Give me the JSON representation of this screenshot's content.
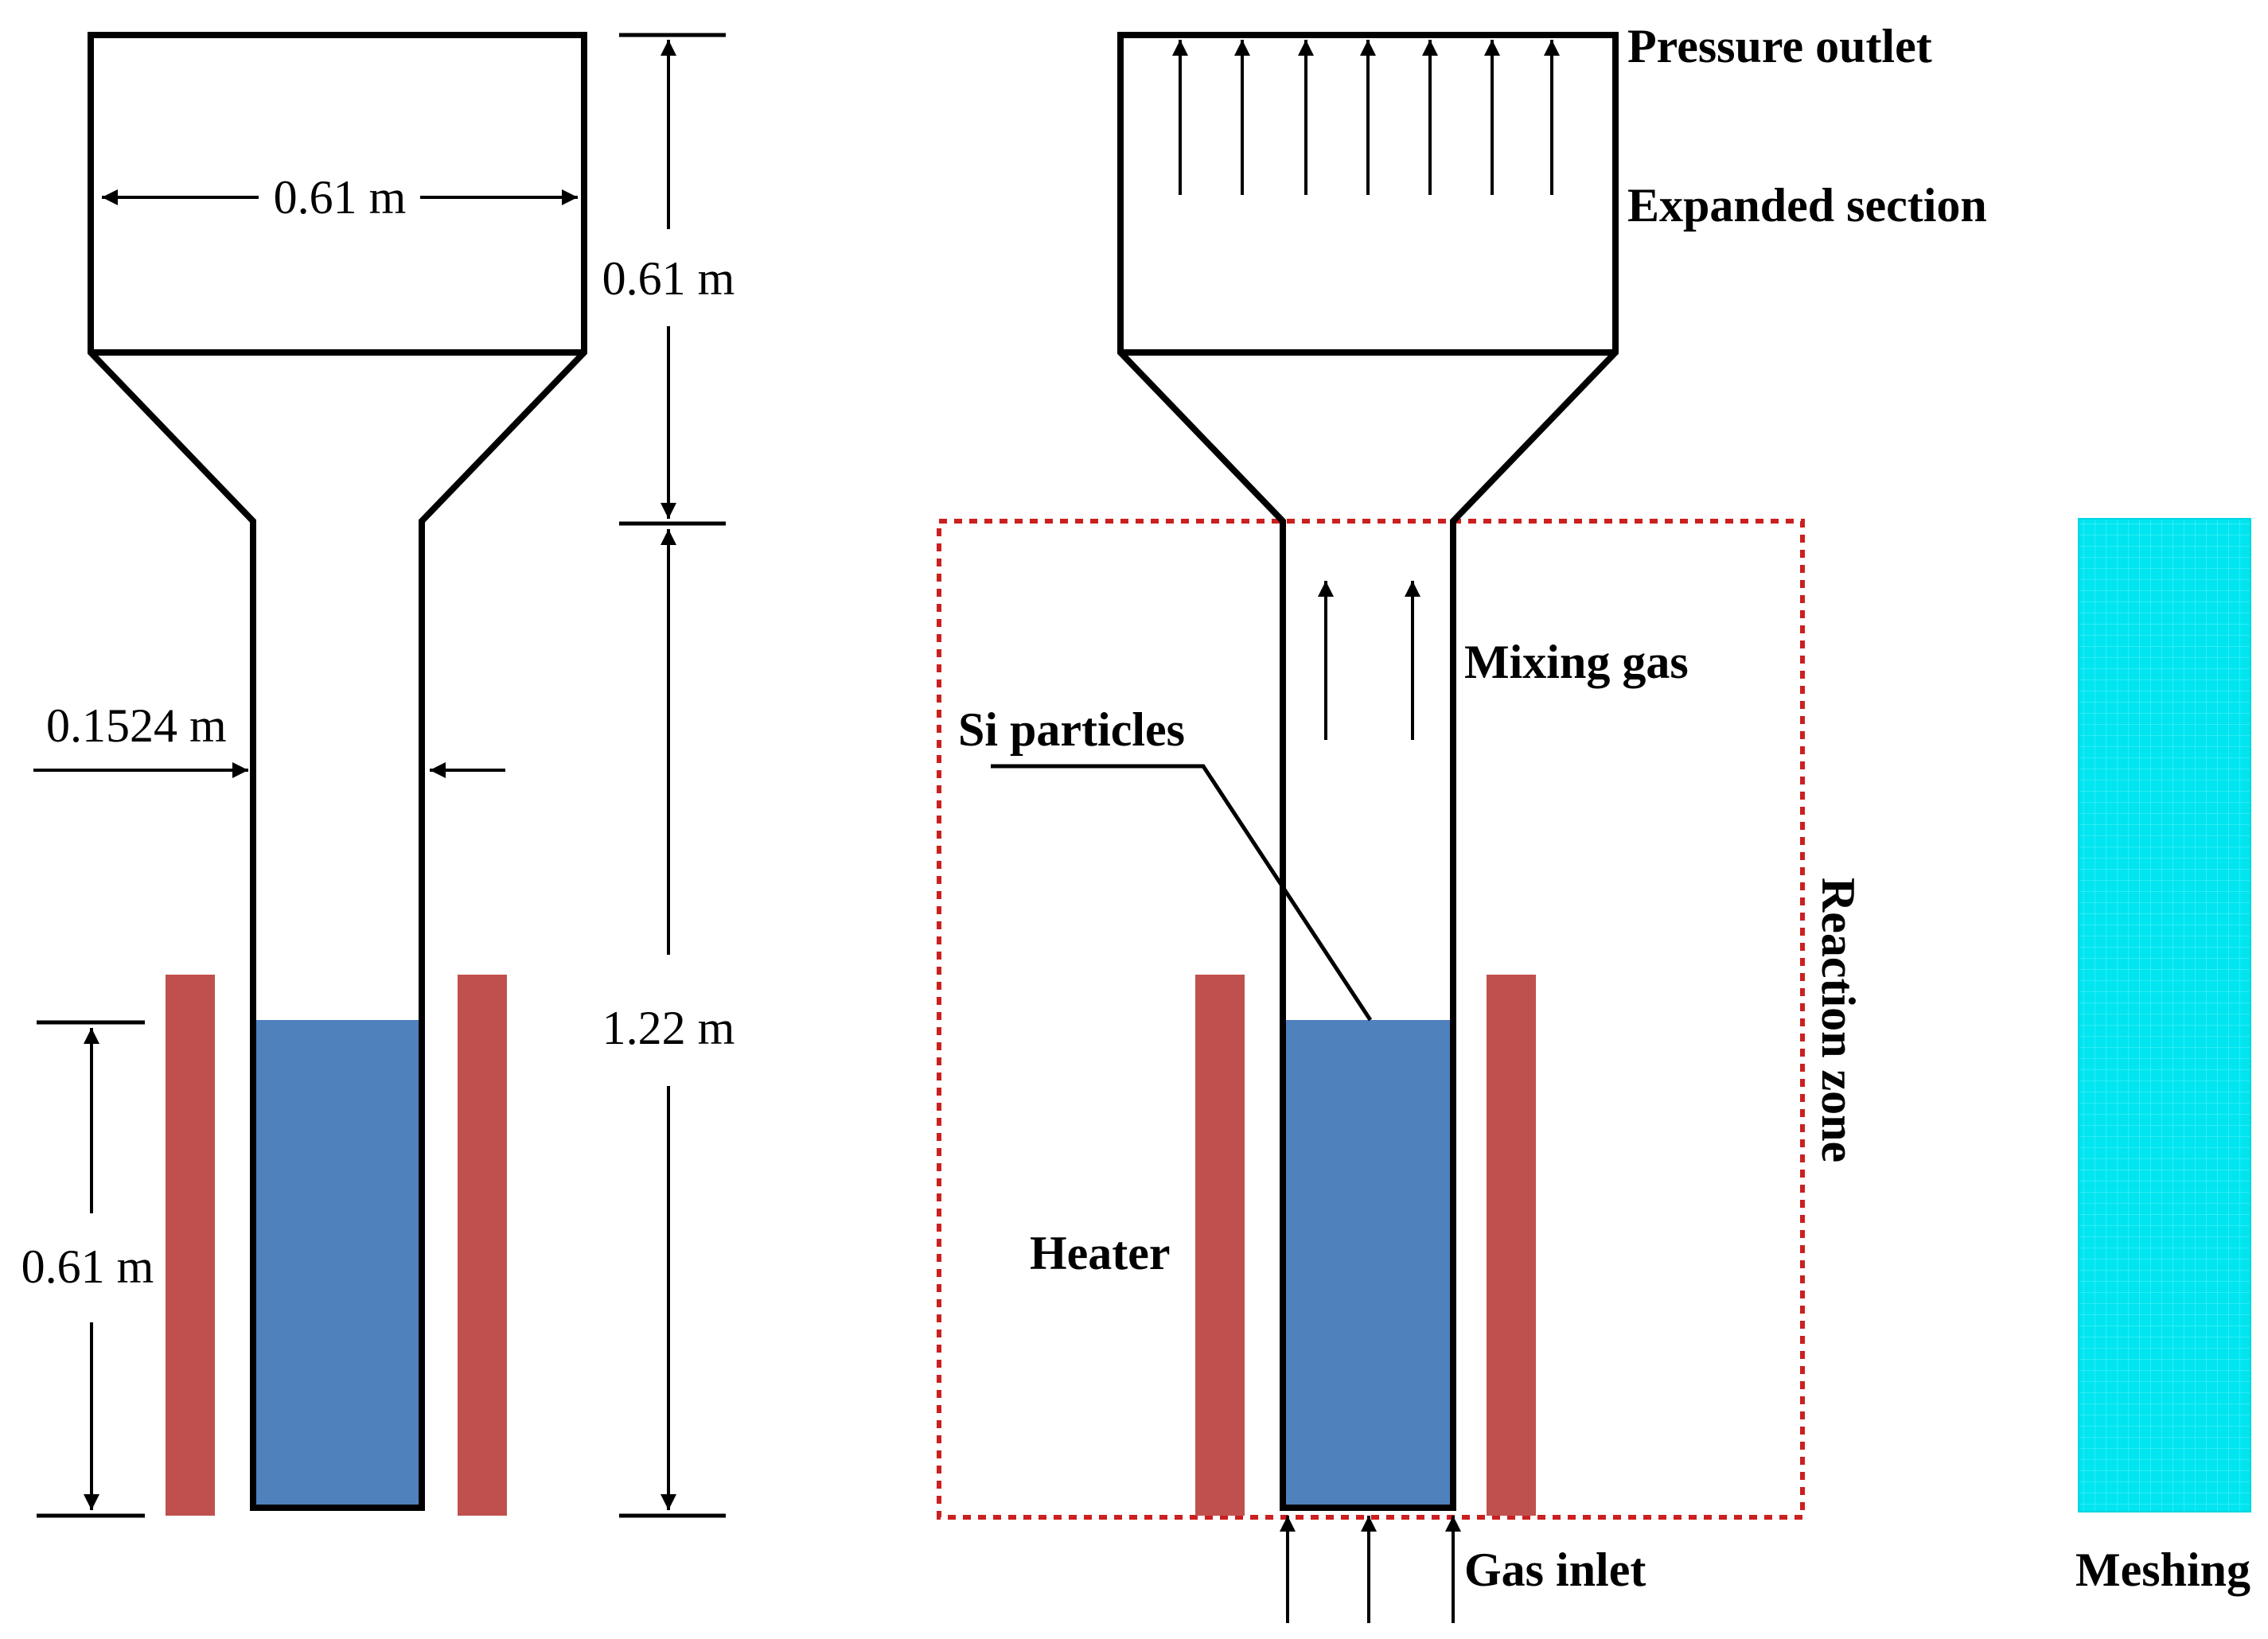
{
  "dimensions": {
    "top_width": "0.61 m",
    "top_height": "0.61 m",
    "column_width": "0.1524 m",
    "column_height": "1.22 m",
    "bed_height": "0.61 m"
  },
  "labels": {
    "pressure_outlet": "Pressure outlet",
    "expanded_section": "Expanded section",
    "mixing_gas": "Mixing gas",
    "si_particles": "Si particles",
    "reaction_zone": "Reaction zone",
    "heater": "Heater",
    "gas_inlet": "Gas inlet",
    "meshing": "Meshing"
  },
  "colors": {
    "bed": "#4f81bd",
    "heater": "#c0504d",
    "reaction_zone": "#cc1f1f",
    "mesh": "#00e5f0",
    "outline": "#000000"
  }
}
